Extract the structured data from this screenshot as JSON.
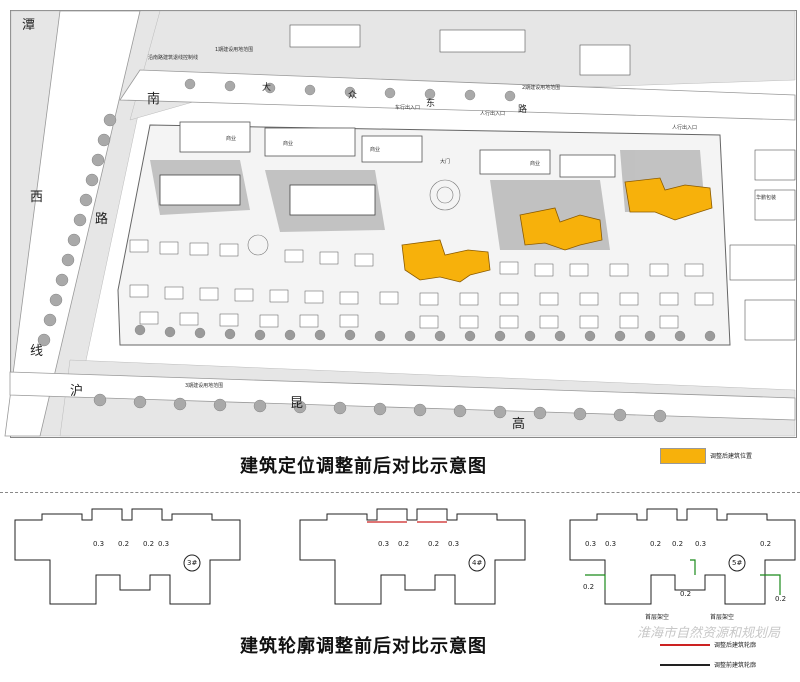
{
  "titles": {
    "top": "建筑定位调整前后对比示意图",
    "bottom": "建筑轮廓调整前后对比示意图"
  },
  "roads": {
    "left_vertical": [
      "潭",
      "南",
      "西",
      "路",
      "线"
    ],
    "bottom": [
      "沪",
      "昆",
      "高"
    ],
    "north": [
      "大",
      "众",
      "东",
      "路"
    ]
  },
  "site_labels": {
    "land_1": "1期建设用地范围",
    "land_2": "2期建设用地范围",
    "land_3": "3期建设用地范围",
    "gate": "大门",
    "pedestrian_entry": "人行出入口",
    "shop_1": "商业",
    "shop_2": "商业",
    "shop_3": "商业",
    "shop_4": "商业",
    "factory": "华鹏包装",
    "label_top_left": "沿南路建筑退线控制线",
    "entry_a": "人行出入口",
    "entry_b": "车行出入口"
  },
  "legend": {
    "adjusted_position": "调整后建筑位置",
    "adjusted_outline": "调整后建筑轮廓",
    "original_outline": "调整前建筑轮廓",
    "adjusted_color": "#f7b10b"
  },
  "outline_panels": [
    {
      "building": "3#",
      "dims": [
        "0.3",
        "0.2",
        "0.2",
        "0.3"
      ]
    },
    {
      "building": "4#",
      "dims": [
        "0.3",
        "0.2",
        "0.2",
        "0.3"
      ]
    },
    {
      "building": "5#",
      "dims": [
        "0.3",
        "0.3",
        "0.2",
        "0.2",
        "0.3",
        "0.2"
      ],
      "notes": [
        "首层架空",
        "首层架空"
      ],
      "side_dims": [
        "0.2",
        "0.2",
        "0.2"
      ]
    }
  ],
  "watermark": "淮海市自然资源和规划局"
}
